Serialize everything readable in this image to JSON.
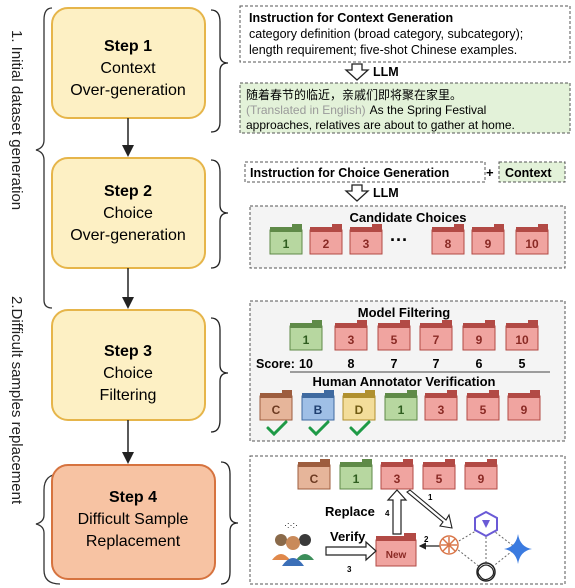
{
  "side_labels": {
    "stage1": "1. Initial dataset generation",
    "stage2": "2.Difficult samples replacement"
  },
  "steps": [
    {
      "title": "Step 1",
      "line1": "Context",
      "line2": "Over-generation",
      "fill": "#fdf0c4",
      "stroke": "#e6b54a"
    },
    {
      "title": "Step 2",
      "line1": "Choice",
      "line2": "Over-generation",
      "fill": "#fdf0c4",
      "stroke": "#e6b54a"
    },
    {
      "title": "Step 3",
      "line1": "Choice",
      "line2": "Filtering",
      "fill": "#fdf0c4",
      "stroke": "#e6b54a"
    },
    {
      "title": "Step 4",
      "line1": "Difficult Sample",
      "line2": "Replacement",
      "fill": "#f7c3a3",
      "stroke": "#d6733f"
    }
  ],
  "context_panel": {
    "instruction_title": "Instruction for Context Generation",
    "instruction_line1": "category definition (broad category, subcategory);",
    "instruction_line2": "length requirement; five-shot Chinese examples.",
    "llm_label": "LLM",
    "output_chinese": "随着春节的临近，亲戚们即将聚在家里。",
    "output_translated_tag": "(Translated in English)",
    "output_english_1": "As the Spring Festival",
    "output_english_2": "approaches, relatives are about to gather at home."
  },
  "choice_panel": {
    "instruction_label": "Instruction for Choice Generation",
    "plus": "+",
    "context_label": "Context",
    "llm_label": "LLM",
    "candidates_title": "Candidate Choices",
    "candidates": [
      "1",
      "2",
      "3",
      "8",
      "9",
      "10"
    ],
    "ellipsis": "···"
  },
  "filter_panel": {
    "model_title": "Model Filtering",
    "score_label": "Score:",
    "filtered": [
      {
        "id": "1",
        "score": "10",
        "color": "green"
      },
      {
        "id": "3",
        "score": "8",
        "color": "red"
      },
      {
        "id": "5",
        "score": "7",
        "color": "red"
      },
      {
        "id": "7",
        "score": "7",
        "color": "red"
      },
      {
        "id": "9",
        "score": "6",
        "color": "red"
      },
      {
        "id": "10",
        "score": "5",
        "color": "red"
      }
    ],
    "human_title": "Human Annotator Verification",
    "human_items": [
      {
        "id": "C",
        "color": "orange",
        "check": true
      },
      {
        "id": "B",
        "color": "blue",
        "check": true
      },
      {
        "id": "D",
        "color": "yellow",
        "check": true
      },
      {
        "id": "1",
        "color": "green",
        "check": false
      },
      {
        "id": "3",
        "color": "red",
        "check": false
      },
      {
        "id": "5",
        "color": "red",
        "check": false
      },
      {
        "id": "9",
        "color": "red",
        "check": false
      }
    ]
  },
  "replace_panel": {
    "items": [
      {
        "id": "C",
        "color": "orange"
      },
      {
        "id": "1",
        "color": "green"
      },
      {
        "id": "3",
        "color": "red"
      },
      {
        "id": "5",
        "color": "red"
      },
      {
        "id": "9",
        "color": "red"
      }
    ],
    "replace_label": "Replace",
    "verify_label": "Verify",
    "new_label": "New",
    "num1": "1",
    "num2": "2",
    "num3": "3",
    "num4": "4"
  },
  "colors": {
    "green": {
      "fill": "#b7d7a0",
      "tab": "#5f8a48",
      "text": "#2f5d1f"
    },
    "red": {
      "fill": "#f0a4a0",
      "tab": "#b24a45",
      "text": "#8a2a25"
    },
    "orange": {
      "fill": "#e6b59a",
      "tab": "#9d5d3e",
      "text": "#6d3b22"
    },
    "blue": {
      "fill": "#9fbfe6",
      "tab": "#3f6aa0",
      "text": "#1f3f70"
    },
    "yellow": {
      "fill": "#f3dd9a",
      "tab": "#b0902f",
      "text": "#6f5a12"
    },
    "check": "#1e9a46",
    "translated_gray": "#9a9a9a",
    "context_bg": "#e3f2d9"
  }
}
